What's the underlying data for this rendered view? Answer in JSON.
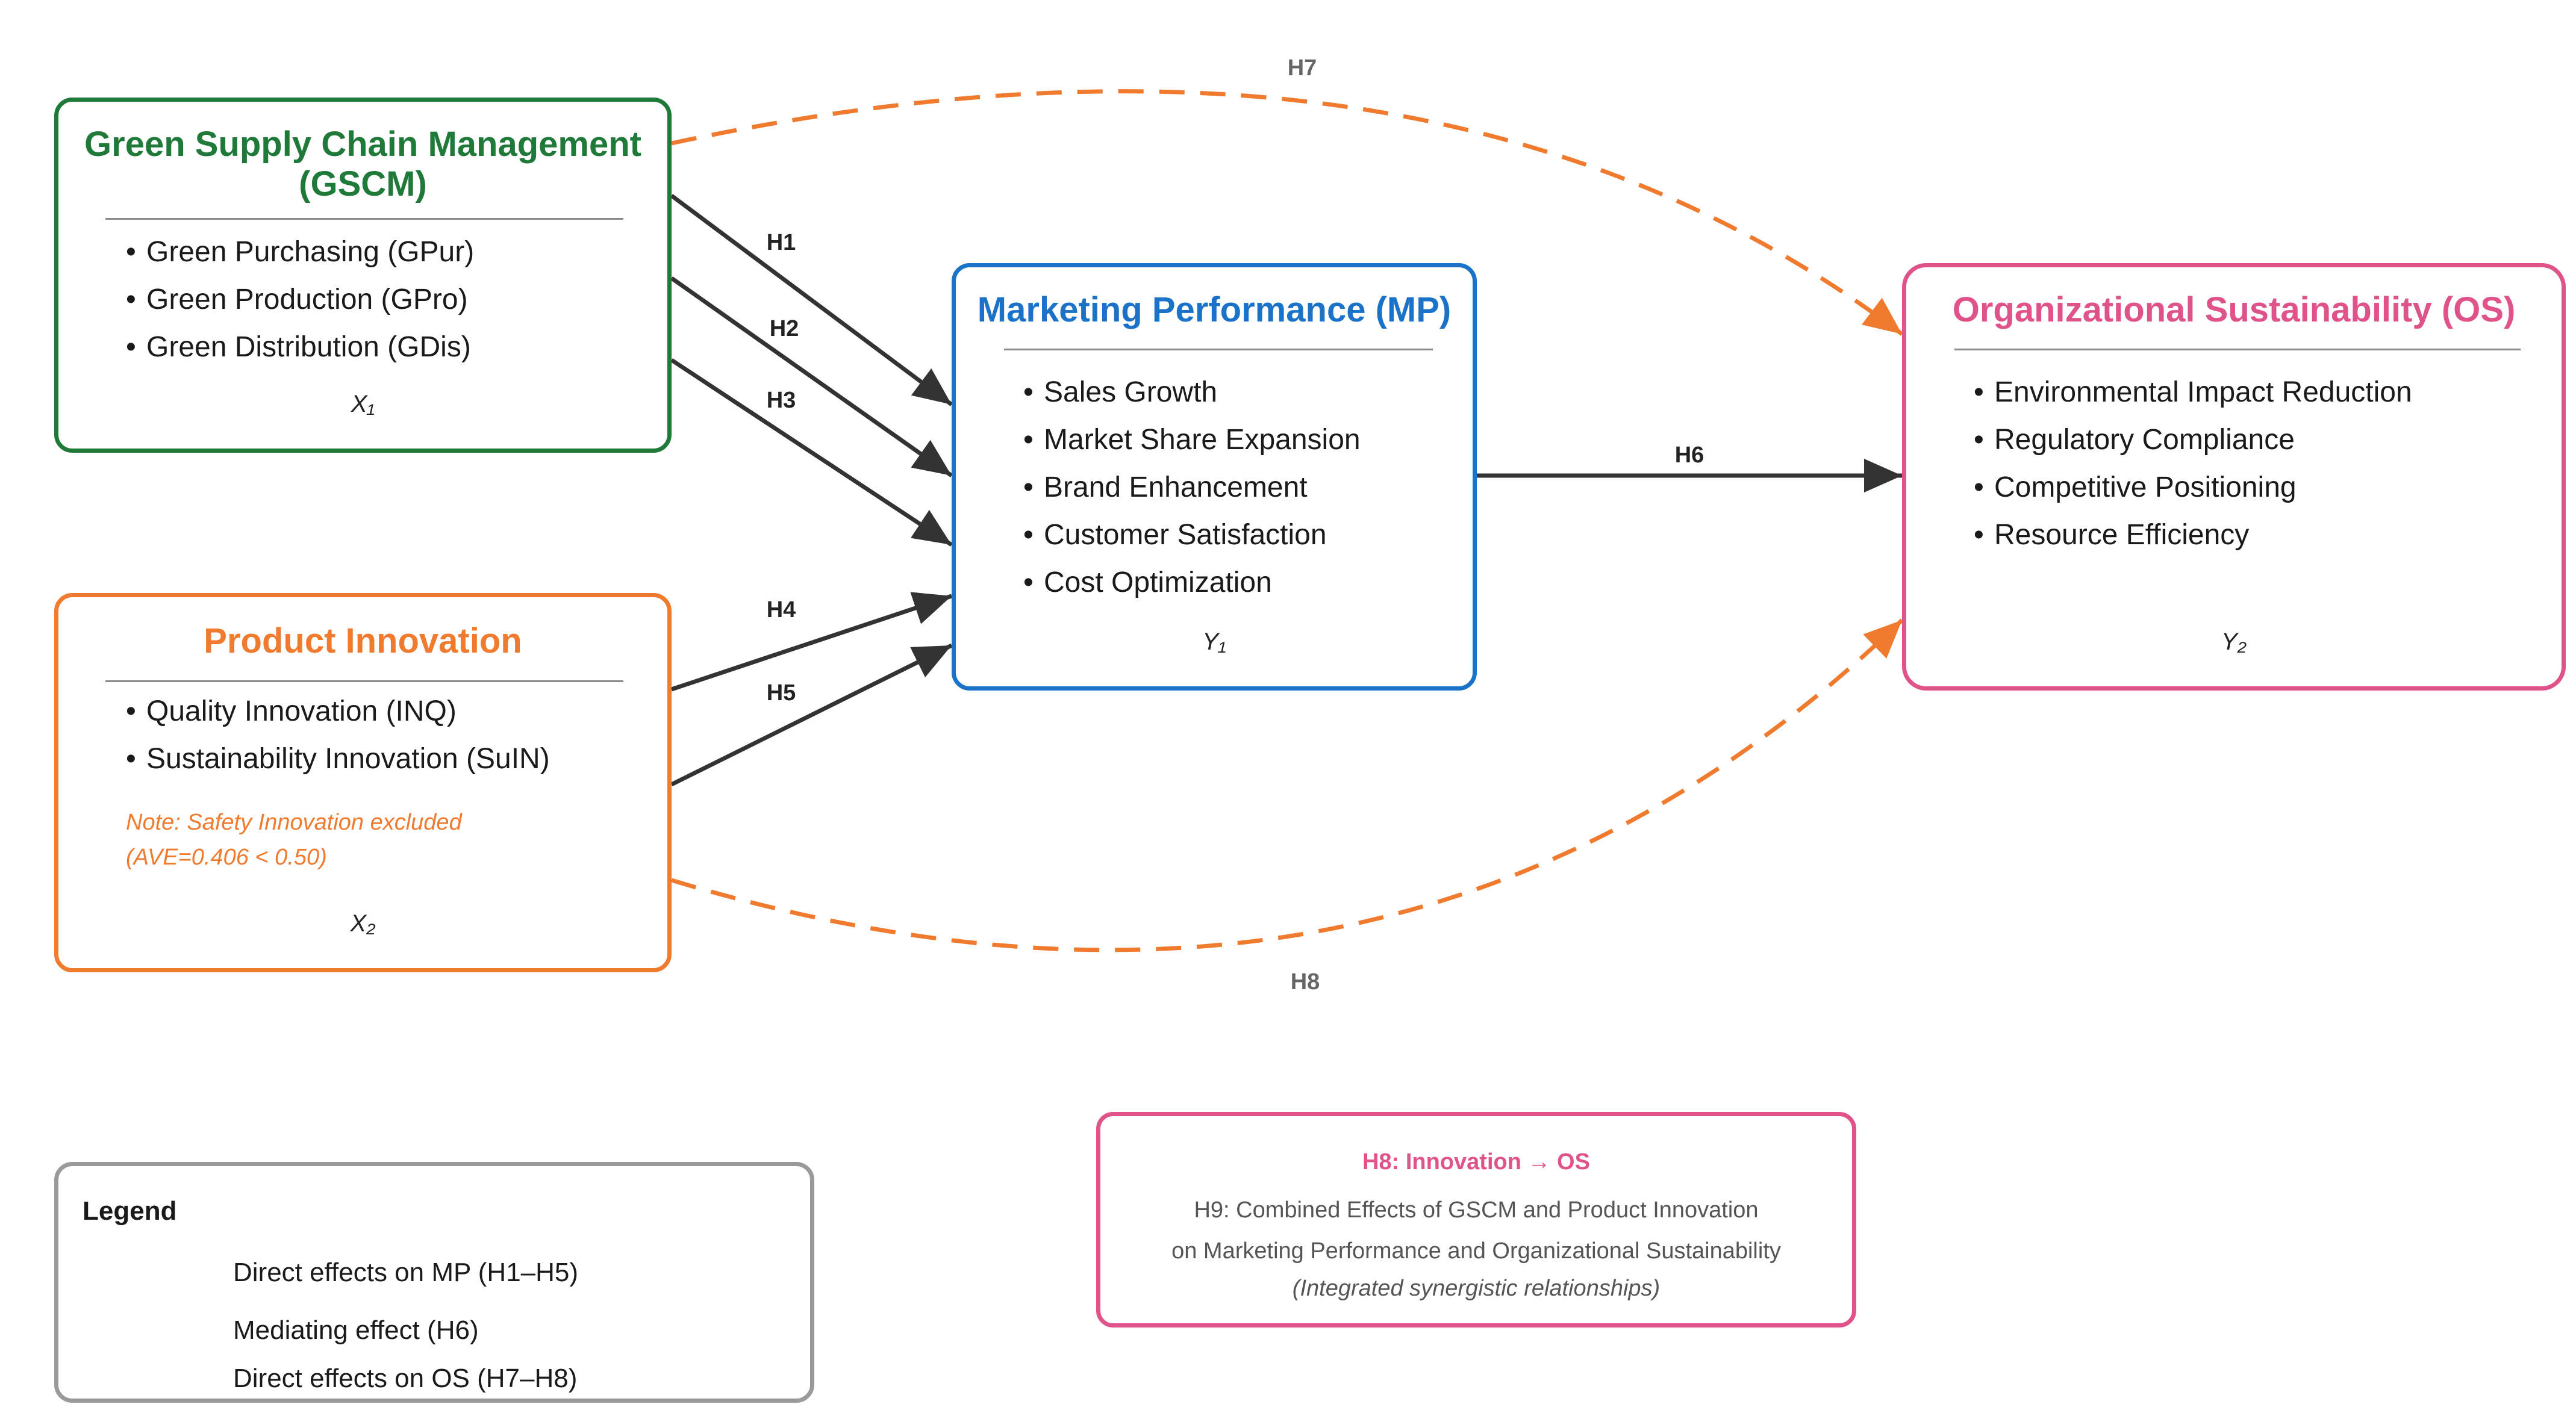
{
  "colors": {
    "gscm": "#1f7a3a",
    "innovation": "#f07a2d",
    "mp": "#1a73c8",
    "os": "#e0528a",
    "legend_border": "#9a9a9a",
    "arrow": "#333333",
    "dashed": "#f07a2d"
  },
  "gscm": {
    "title_line1": "Green Supply Chain Management",
    "title_line2": "(GSCM)",
    "items": [
      "Green Purchasing (GPur)",
      "Green Production (GPro)",
      "Green Distribution (GDis)"
    ],
    "variable": "X₁"
  },
  "innovation": {
    "title": "Product Innovation",
    "items": [
      "Quality Innovation (INQ)",
      "Sustainability Innovation (SuIN)"
    ],
    "note_line1": "Note: Safety Innovation excluded",
    "note_line2": "(AVE=0.406 < 0.50)",
    "variable": "X₂"
  },
  "mp": {
    "title": "Marketing Performance (MP)",
    "items": [
      "Sales Growth",
      "Market Share Expansion",
      "Brand Enhancement",
      "Customer Satisfaction",
      "Cost Optimization"
    ],
    "variable": "Y₁"
  },
  "os": {
    "title": "Organizational Sustainability (OS)",
    "items": [
      "Environmental Impact Reduction",
      "Regulatory Compliance",
      "Competitive Positioning",
      "Resource Efficiency"
    ],
    "variable": "Y₂"
  },
  "paths": {
    "h1": "H1",
    "h2": "H2",
    "h3": "H3",
    "h4": "H4",
    "h5": "H5",
    "h6": "H6",
    "h7": "H7",
    "h8": "H8"
  },
  "bullet": "•",
  "legend": {
    "title": "Legend",
    "rows": [
      "Direct effects on MP (H1–H5)",
      "Mediating effect (H6)",
      "Direct effects on OS (H7–H8)"
    ]
  },
  "synergy": {
    "heading": "H8: Innovation → OS",
    "line1": "H9: Combined Effects of GSCM and Product Innovation",
    "line2": "on Marketing Performance and Organizational Sustainability",
    "line3": "(Integrated synergistic relationships)"
  }
}
